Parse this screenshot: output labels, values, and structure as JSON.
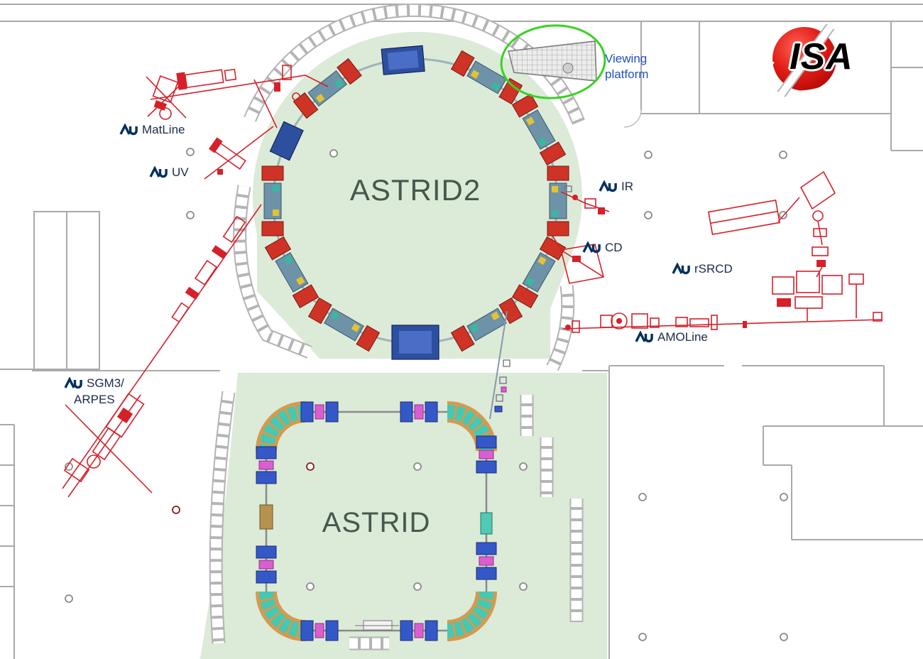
{
  "titles": {
    "astrid2": "ASTRID2",
    "astrid": "ASTRID"
  },
  "beamlines": {
    "matline": "MatLine",
    "uv": "UV",
    "ir": "IR",
    "cd": "CD",
    "rsrcd": "rSRCD",
    "amoline": "AMOLine",
    "sgm3_line1": "SGM3/",
    "sgm3_line2": "ARPES"
  },
  "annotations": {
    "viewing_platform_line1": "Viewing",
    "viewing_platform_line2": "platform"
  },
  "logo": {
    "text": "ISA"
  },
  "colors": {
    "hall_green": "#dcead8",
    "beamline_red": "#d6202a",
    "label_navy": "#1b2a4a",
    "au_blue": "#003060",
    "annotation_circle_green": "#37d41f",
    "annotation_text_blue": "#1f4fc8",
    "isa_red": "#e01c14",
    "magnet_blue": "#2d4fa0",
    "girder_steel": "#6e93a8",
    "dipole_teal": "#45c8b4"
  }
}
